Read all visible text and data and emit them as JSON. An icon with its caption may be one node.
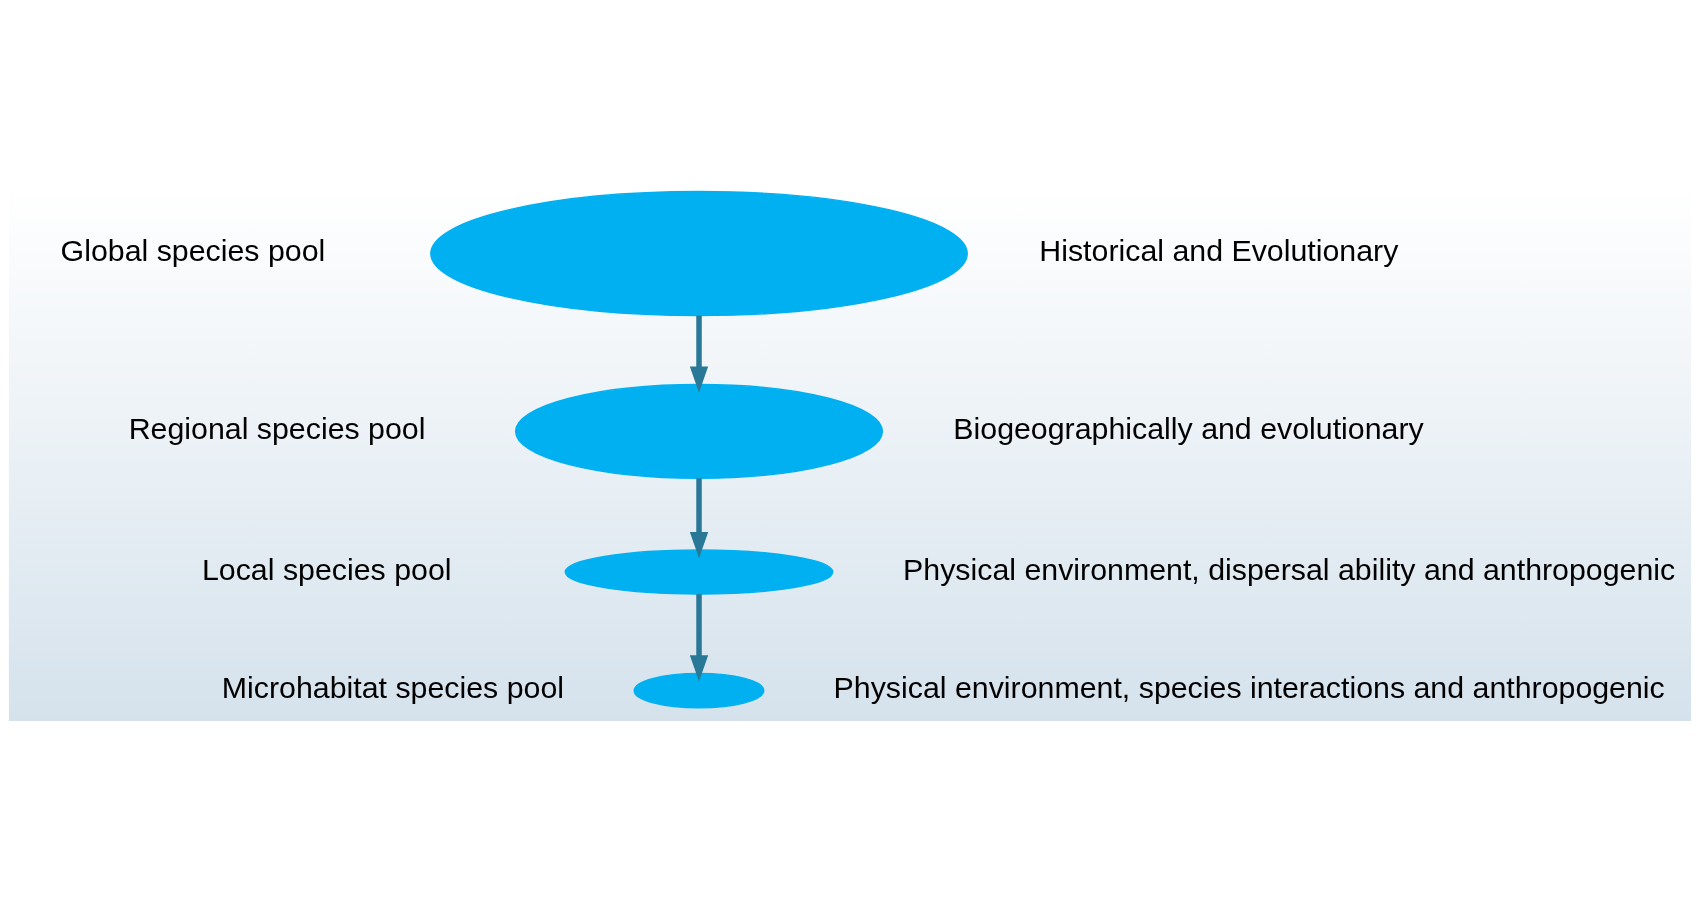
{
  "diagram": {
    "nodes": [
      {
        "text": [],
        "shape": "ellipse",
        "beside": [
          "Global species pool",
          "Historical and Evolutionary"
        ]
      },
      {
        "text": [],
        "shape": "ellipse",
        "beside": [
          "Regional species pool",
          "Biogeographically and evolutionary"
        ]
      },
      {
        "text": [],
        "shape": "ellipse",
        "beside": [
          "Local species pool",
          "Physical environment, dispersal ability and anthropogenic"
        ]
      },
      {
        "text": [],
        "shape": "ellipse",
        "beside": [
          "Microhabitat species pool",
          "Physical environment, species interactions and anthropogenic"
        ]
      }
    ],
    "edges": [
      {
        "from": 0,
        "to": 1,
        "arrow": "to"
      },
      {
        "from": 1,
        "to": 2,
        "arrow": "to"
      },
      {
        "from": 2,
        "to": 3,
        "arrow": "to"
      }
    ]
  }
}
